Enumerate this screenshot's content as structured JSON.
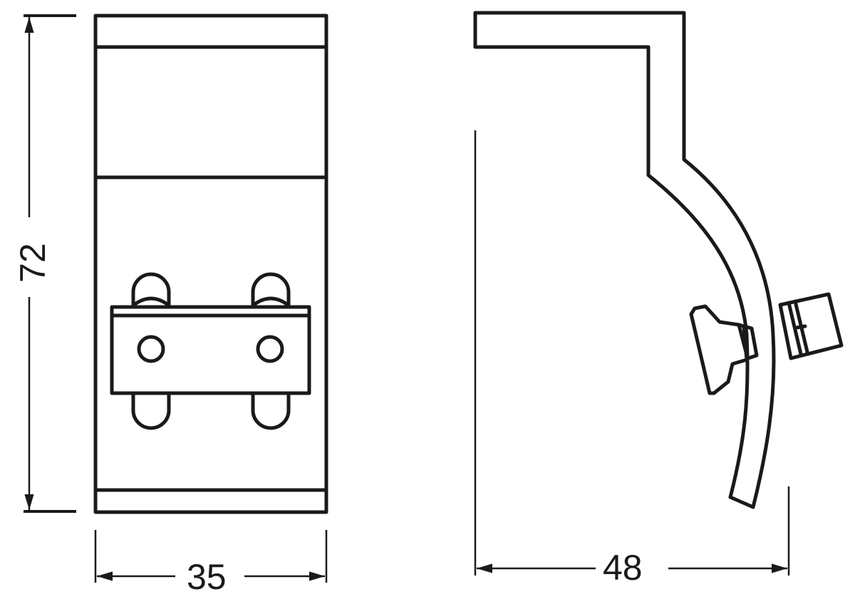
{
  "drawing": {
    "type": "technical-dimension-drawing",
    "views": [
      "front-view",
      "side-view"
    ],
    "units": "mm",
    "colors": {
      "line": "#1a1a1a",
      "background": "#ffffff"
    }
  },
  "dimensions": {
    "height": "72",
    "width": "35",
    "depth": "48"
  }
}
